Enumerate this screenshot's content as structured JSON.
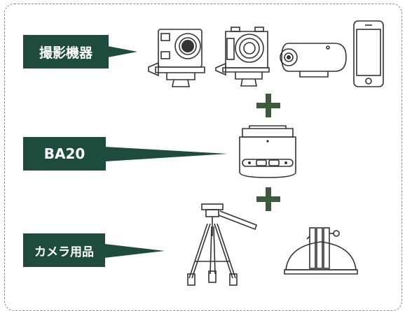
{
  "labels": {
    "devices": "撮影機器",
    "base": "BA20",
    "accessories": "カメラ用品"
  },
  "colors": {
    "label_bg": "#1e4c3c",
    "plus": "#3d5a3a",
    "line_art": "#333333",
    "frame": "#8a8a8a"
  },
  "icons": [
    "action-camera-icon",
    "action-camera-housing-icon",
    "bullet-camera-icon",
    "smartphone-icon",
    "ba20-pan-base-icon",
    "tripod-icon",
    "suction-mount-icon",
    "plus-icon"
  ]
}
